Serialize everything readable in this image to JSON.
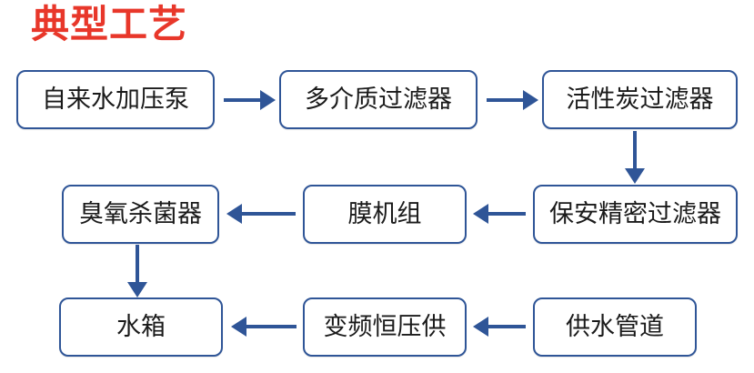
{
  "diagram": {
    "title": "典型工艺",
    "title_color": "#e8372a",
    "node_border_color": "#2f5597",
    "arrow_color": "#2f5597",
    "node_text_color": "#1a1a1a",
    "background_color": "#ffffff",
    "nodes": [
      {
        "id": "n1",
        "label": "自来水加压泵",
        "row": 1,
        "col": 1
      },
      {
        "id": "n2",
        "label": "多介质过滤器",
        "row": 1,
        "col": 2
      },
      {
        "id": "n3",
        "label": "活性炭过滤器",
        "row": 1,
        "col": 3
      },
      {
        "id": "n4",
        "label": "保安精密过滤器",
        "row": 2,
        "col": 3
      },
      {
        "id": "n5",
        "label": "膜机组",
        "row": 2,
        "col": 2
      },
      {
        "id": "n6",
        "label": "臭氧杀菌器",
        "row": 2,
        "col": 1
      },
      {
        "id": "n7",
        "label": "水箱",
        "row": 3,
        "col": 1
      },
      {
        "id": "n8",
        "label": "变频恒压供",
        "row": 3,
        "col": 2
      },
      {
        "id": "n9",
        "label": "供水管道",
        "row": 3,
        "col": 3
      }
    ],
    "edges": [
      {
        "from": "n1",
        "to": "n2",
        "direction": "right"
      },
      {
        "from": "n2",
        "to": "n3",
        "direction": "right"
      },
      {
        "from": "n3",
        "to": "n4",
        "direction": "down"
      },
      {
        "from": "n4",
        "to": "n5",
        "direction": "left"
      },
      {
        "from": "n5",
        "to": "n6",
        "direction": "left"
      },
      {
        "from": "n6",
        "to": "n7",
        "direction": "down"
      },
      {
        "from": "n9",
        "to": "n8",
        "direction": "left"
      },
      {
        "from": "n8",
        "to": "n7",
        "direction": "left"
      }
    ]
  }
}
